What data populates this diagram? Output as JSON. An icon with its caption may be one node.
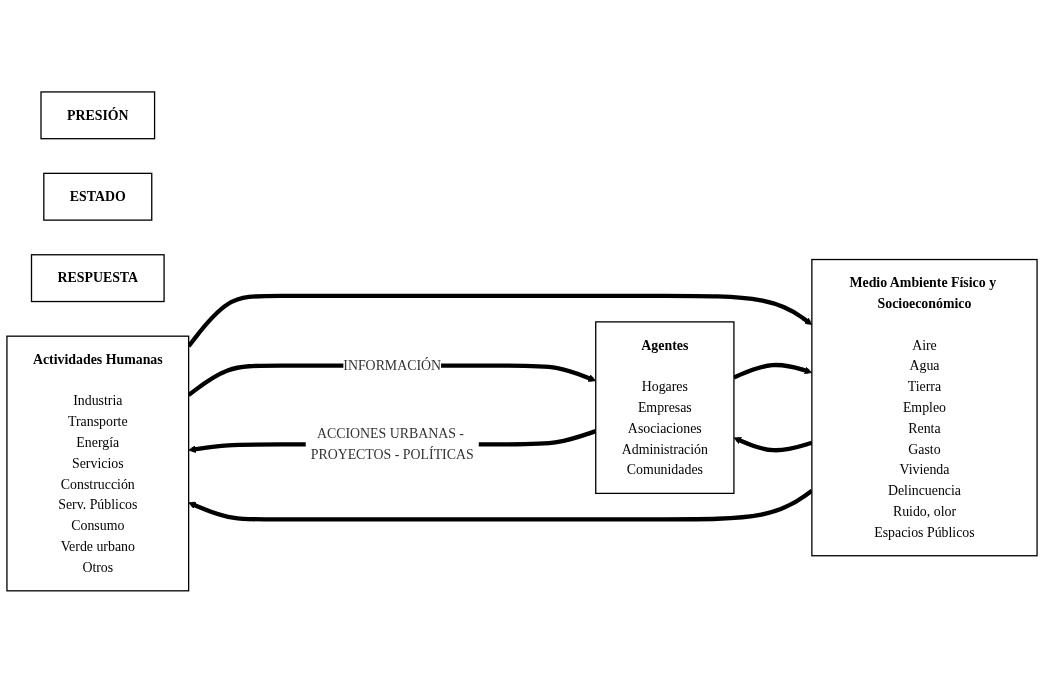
{
  "diagram": {
    "nodes": [
      {
        "text": [
          "PRESIÓN"
        ]
      },
      {
        "text": [
          "ESTADO"
        ]
      },
      {
        "text": [
          "RESPUESTA"
        ]
      },
      {
        "text": [
          "Actividades Humanas",
          "Industria",
          "Transporte",
          "Energía",
          "Servicios",
          "Construcción",
          "Serv. Públicos",
          "Consumo",
          "Verde urbano",
          "Otros"
        ]
      },
      {
        "text": [
          "Medio Ambiente Físico y Socioeconómico",
          "Aire",
          "Agua",
          "Tierra",
          "Empleo",
          "Renta",
          "Gasto",
          "Vivienda",
          "Delincuencia",
          "Ruido, olor",
          "Espacios Públicos"
        ]
      },
      {
        "text": [
          "Agentes",
          "Hogares",
          "Empresas",
          "Asociaciones",
          "Administración",
          "Comunidades"
        ]
      }
    ],
    "edges": [
      {
        "from": 3,
        "to": 5,
        "arrow": "to",
        "label": "INFORMACIÓN"
      },
      {
        "from": 3,
        "to": 4,
        "arrow": "to"
      },
      {
        "from": 4,
        "to": 5,
        "arrow": "to"
      },
      {
        "from": 4,
        "to": 3,
        "arrow": "to"
      },
      {
        "from": 5,
        "to": 4,
        "arrow": "to"
      },
      {
        "from": 5,
        "to": 3,
        "arrow": "to",
        "label": "ACCIONES URBANAS - PROYECTOS - POLÍTICAS"
      }
    ]
  }
}
